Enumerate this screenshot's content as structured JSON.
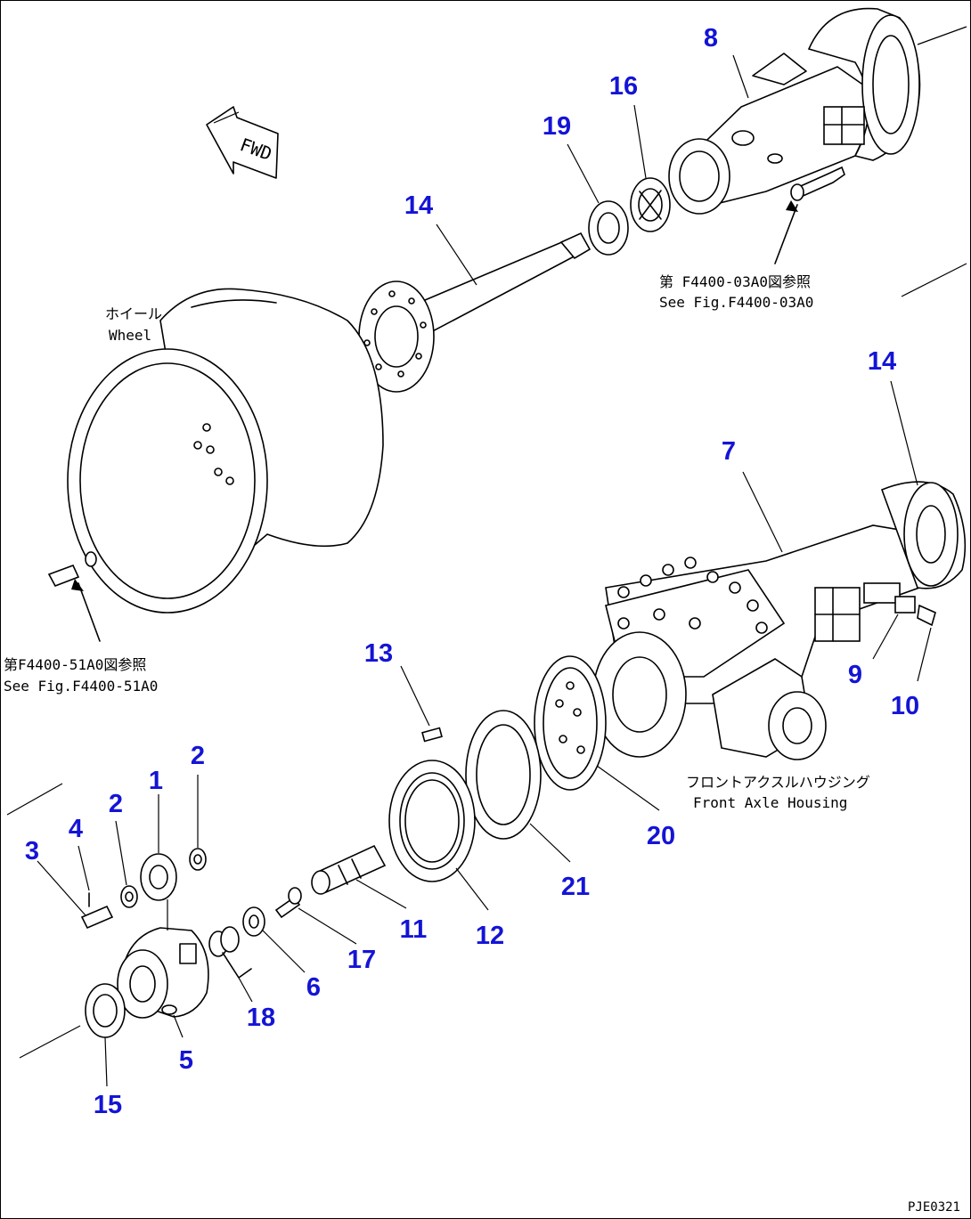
{
  "diagram": {
    "part_labels": {
      "p1": "1",
      "p2a": "2",
      "p2b": "2",
      "p3": "3",
      "p4": "4",
      "p5": "5",
      "p6": "6",
      "p7": "7",
      "p8": "8",
      "p9": "9",
      "p10": "10",
      "p11": "11",
      "p12": "12",
      "p13": "13",
      "p14a": "14",
      "p14b": "14",
      "p15": "15",
      "p16": "16",
      "p17": "17",
      "p18": "18",
      "p19": "19",
      "p20": "20",
      "p21": "21"
    },
    "fwd_label": "FWD",
    "notes": {
      "ref_axle_jp": "第 F4400-03A0図参照",
      "ref_axle_en": "See Fig.F4400-03A0",
      "wheel_jp": "ホイール",
      "wheel_en": "Wheel",
      "ref_wheel_jp": "第F4400-51A0図参照",
      "ref_wheel_en": "See Fig.F4400-51A0",
      "housing_jp": "フロントアクスルハウジング",
      "housing_en": "Front Axle Housing"
    },
    "figure_code": "PJE0321",
    "colors": {
      "label": "#1414d6",
      "line": "#000000",
      "paper": "#ffffff"
    }
  }
}
